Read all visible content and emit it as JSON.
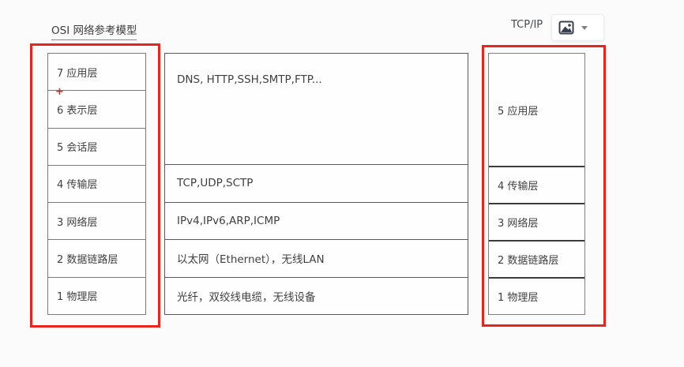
{
  "page": {
    "background": "#fbfbfb",
    "annotation_red": "#e8251c"
  },
  "osi": {
    "title": "OSI 网络参考模型",
    "layers": [
      "7 应用层",
      "6 表示层",
      "5 会话层",
      "4 传输层",
      "3 网络层",
      "2 数据链路层",
      "1 物理层"
    ]
  },
  "protocols": {
    "rows": [
      "DNS, HTTP,SSH,SMTP,FTP...",
      "TCP,UDP,SCTP",
      "IPv4,IPv6,ARP,ICMP",
      "以太网（Ethernet），无线LAN",
      "光纤，双绞线电缆，无线设备"
    ]
  },
  "tcpip": {
    "title": "TCP/IP",
    "layers": [
      "5 应用层",
      "4 传输层",
      "3 网络层",
      "2 数据链路层",
      "1 物理层"
    ]
  },
  "annotations": {
    "plus_marker": "+"
  },
  "toolbar": {
    "image_button": "image-icon",
    "dropdown": "chevron-down-icon"
  }
}
